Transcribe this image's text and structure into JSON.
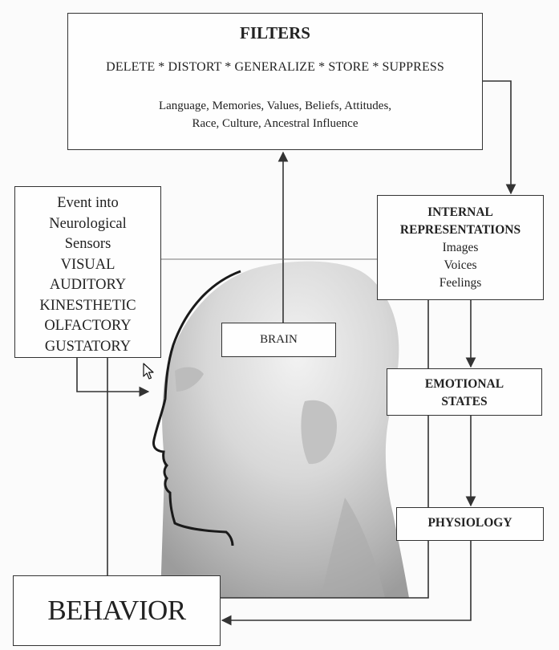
{
  "filters": {
    "title": "FILTERS",
    "operations": "DELETE * DISTORT * GENERALIZE * STORE * SUPPRESS",
    "influences_line1": "Language, Memories, Values, Beliefs, Attitudes,",
    "influences_line2": "Race, Culture, Ancestral Influence"
  },
  "event": {
    "lines": [
      "Event into",
      "Neurological",
      "Sensors",
      "VISUAL",
      "AUDITORY",
      "KINESTHETIC",
      "OLFACTORY",
      "GUSTATORY"
    ]
  },
  "internal_representations": {
    "title_line1": "INTERNAL",
    "title_line2": "REPRESENTATIONS",
    "items": [
      "Images",
      "Voices",
      "Feelings"
    ]
  },
  "brain": {
    "label": "BRAIN"
  },
  "emotional_states": {
    "line1": "EMOTIONAL",
    "line2": "STATES"
  },
  "physiology": {
    "label": "PHYSIOLOGY"
  },
  "behavior": {
    "label": "BEHAVIOR"
  },
  "colors": {
    "line": "#333333",
    "box_border": "#333333",
    "head_light": "#eeeeee",
    "head_dark": "#9a9a9a",
    "head_outline": "#1a1a1a"
  }
}
